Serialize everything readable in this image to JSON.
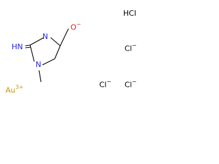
{
  "molecule": {
    "atoms": {
      "oxygen": {
        "symbol": "O",
        "charge": "−"
      },
      "ring_nh": {
        "symbol": "N"
      },
      "ring_n": {
        "symbol": "N"
      },
      "imine": {
        "symbol": "HN"
      }
    },
    "bond_pairs": [
      [
        "ring-n",
        "methyl-end"
      ],
      [
        "ring-n",
        "c2"
      ],
      [
        "c2",
        "ring-nh"
      ],
      [
        "ring-nh",
        "c4"
      ],
      [
        "c4",
        "c5"
      ],
      [
        "c5",
        "ring-n"
      ],
      [
        "c4",
        "oxygen"
      ],
      [
        "c2",
        "imine"
      ]
    ]
  },
  "counterions": {
    "hcl": "HCl",
    "chloride_1": {
      "symbol": "Cl",
      "charge": "−"
    },
    "chloride_2": {
      "symbol": "Cl",
      "charge": "−"
    },
    "chloride_3": {
      "symbol": "Cl",
      "charge": "−"
    },
    "gold": {
      "symbol": "Au",
      "charge": "3+"
    }
  },
  "colors": {
    "nitrogen": "#2323e8",
    "oxygen": "#e02020",
    "gold": "#c8900a",
    "text": "#000000",
    "bond": "#000000"
  }
}
